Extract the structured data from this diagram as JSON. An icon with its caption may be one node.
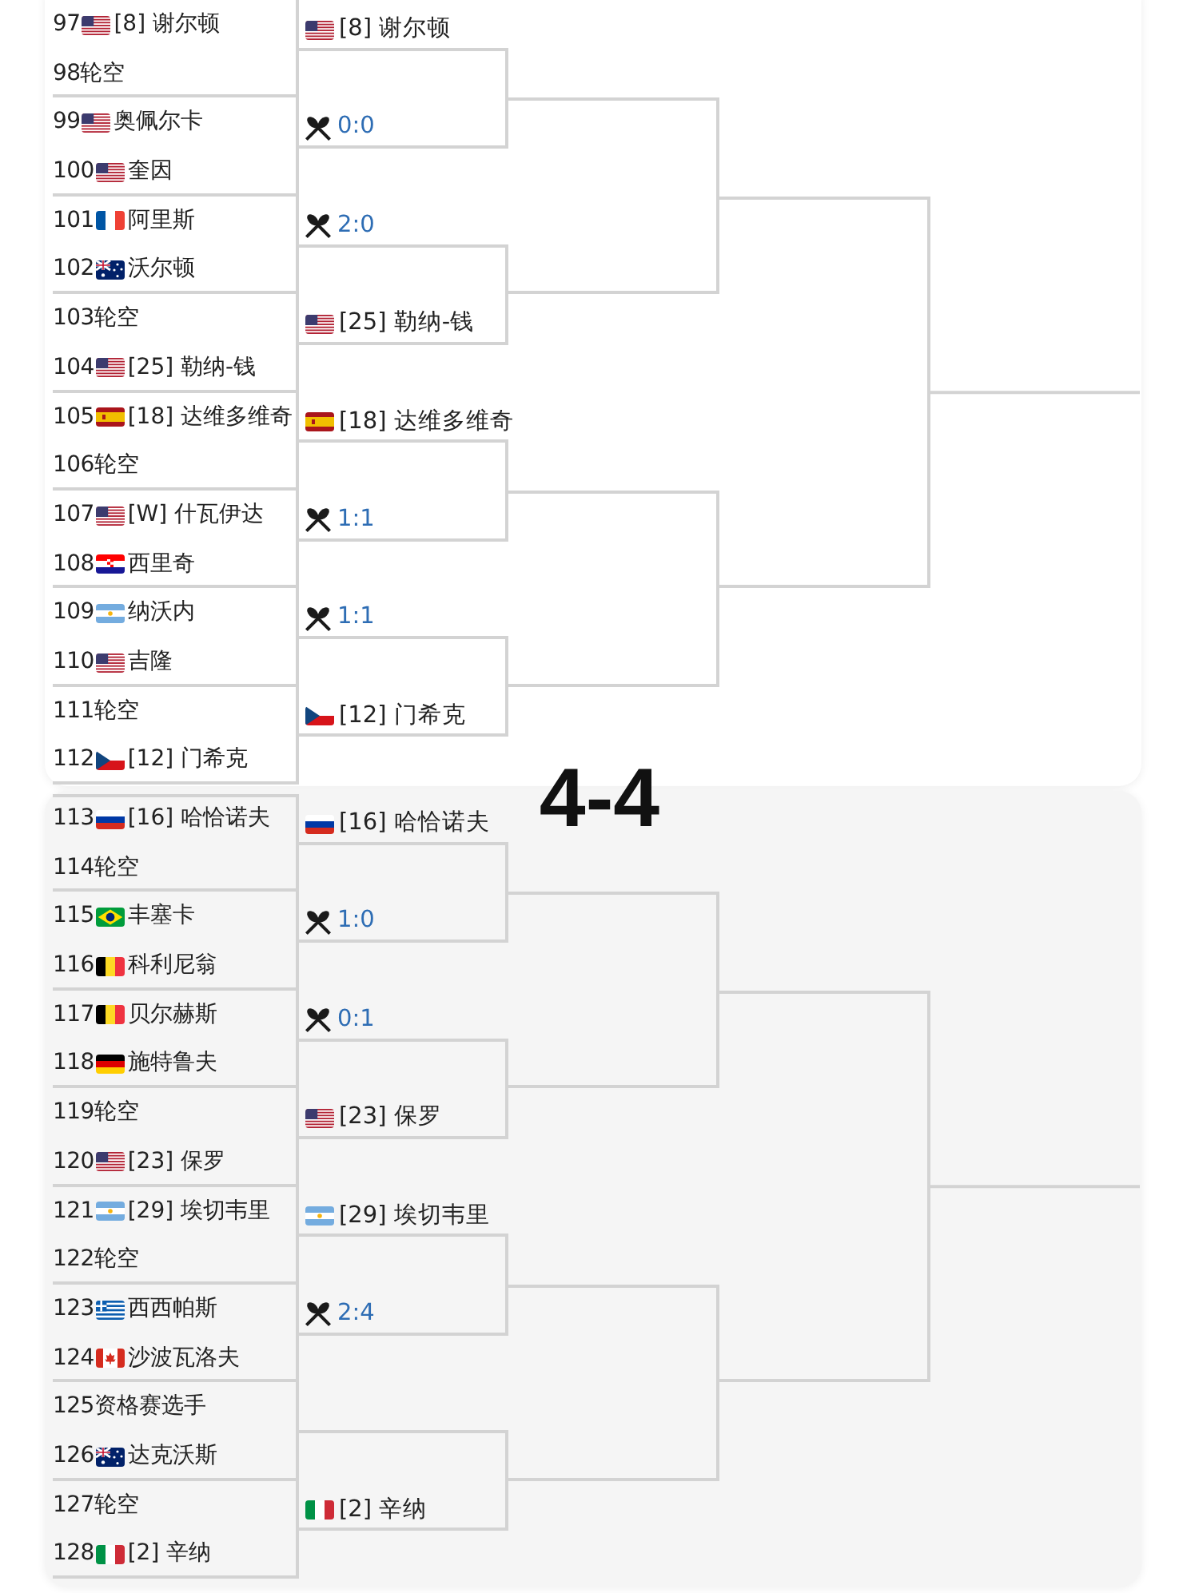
{
  "diagram": {
    "nodes": [
      {
        "text": [],
        "shape": "box"
      },
      {
        "text": [
          "97",
          "[8] 谢尔顿",
          "98",
          "轮空"
        ],
        "in": 0
      },
      {
        "text": [
          "99",
          "奥佩尔卡",
          "100",
          "奎因"
        ],
        "in": 0
      },
      {
        "text": [
          "101",
          "阿里斯",
          "102",
          "沃尔顿"
        ],
        "in": 0
      },
      {
        "text": [
          "103",
          "轮空",
          "104",
          "[25] 勒纳-钱"
        ],
        "in": 0
      },
      {
        "text": [
          "105",
          "[18] 达维多维奇",
          "106",
          "轮空"
        ],
        "in": 0
      },
      {
        "text": [
          "107",
          "[W] 什瓦伊达",
          "108",
          "西里奇"
        ],
        "in": 0
      },
      {
        "text": [
          "109",
          "纳沃内",
          "110",
          "吉隆"
        ],
        "in": 0
      },
      {
        "text": [
          "111",
          "轮空",
          "112",
          "[12] 门希克"
        ],
        "in": 0
      },
      {
        "text": [
          "[8] 谢尔顿",
          "0:0"
        ],
        "in": 0
      },
      {
        "text": [
          "2:0",
          "[25] 勒纳-钱"
        ],
        "in": 0
      },
      {
        "text": [
          "[18] 达维多维奇",
          "1:1"
        ],
        "in": 0
      },
      {
        "text": [
          "1:1",
          "[12] 门希克"
        ],
        "in": 0
      },
      {
        "text": [],
        "shape": "bracket",
        "in": 0
      },
      {
        "text": [],
        "shape": "bracket",
        "in": 0
      },
      {
        "text": [],
        "shape": "bracket",
        "in": 0
      },
      {
        "text": [],
        "shape": "box"
      },
      {
        "text": [
          "113",
          "[16] 哈恰诺夫",
          "114",
          "轮空"
        ],
        "in": 16
      },
      {
        "text": [
          "115",
          "丰塞卡",
          "116",
          "科利尼翁"
        ],
        "in": 16
      },
      {
        "text": [
          "117",
          "贝尔赫斯",
          "118",
          "施特鲁夫"
        ],
        "in": 16
      },
      {
        "text": [
          "119",
          "轮空",
          "120",
          "[23] 保罗"
        ],
        "in": 16
      },
      {
        "text": [
          "121",
          "[29] 埃切韦里",
          "122",
          "轮空"
        ],
        "in": 16
      },
      {
        "text": [
          "123",
          "西西帕斯",
          "124",
          "沙波瓦洛夫"
        ],
        "in": 16
      },
      {
        "text": [
          "125",
          "资格赛选手",
          "126",
          "达克沃斯"
        ],
        "in": 16
      },
      {
        "text": [
          "127",
          "轮空",
          "128",
          "[2] 辛纳"
        ],
        "in": 16
      },
      {
        "text": [
          "[16] 哈恰诺夫",
          "1:0"
        ],
        "in": 16
      },
      {
        "text": [
          "0:1",
          "[23] 保罗"
        ],
        "in": 16
      },
      {
        "text": [
          "[29] 埃切韦里",
          "2:4"
        ],
        "in": 16
      },
      {
        "text": [
          "[2] 辛纳"
        ],
        "in": 16
      },
      {
        "text": [],
        "shape": "bracket",
        "in": 16
      },
      {
        "text": [],
        "shape": "bracket",
        "in": 16
      },
      {
        "text": [],
        "shape": "bracket",
        "in": 16
      }
    ],
    "edges": [
      {
        "from": 15,
        "to": null,
        "arrow": "none"
      },
      {
        "from": 31,
        "to": null,
        "arrow": "none"
      }
    ],
    "labels": [
      "4-4"
    ]
  }
}
